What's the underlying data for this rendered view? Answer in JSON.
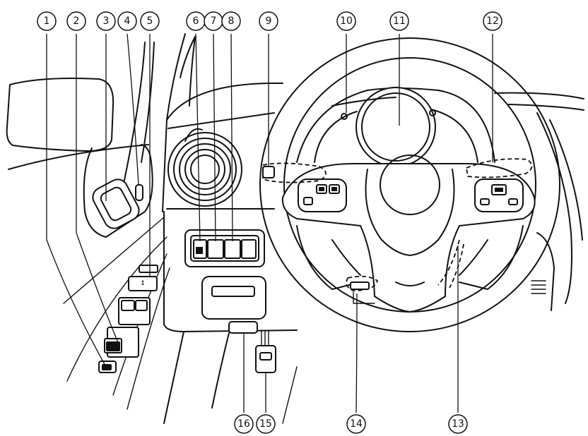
{
  "callouts": [
    {
      "id": "1",
      "label": "①"
    },
    {
      "id": "2",
      "label": "②"
    },
    {
      "id": "3",
      "label": "③"
    },
    {
      "id": "4",
      "label": "④"
    },
    {
      "id": "5",
      "label": "⑤"
    },
    {
      "id": "6",
      "label": "⑥"
    },
    {
      "id": "7",
      "label": "⑦"
    },
    {
      "id": "8",
      "label": "⑧"
    },
    {
      "id": "9",
      "label": "⑨"
    },
    {
      "id": "10",
      "label": "⑩"
    },
    {
      "id": "11",
      "label": "⑪"
    },
    {
      "id": "12",
      "label": "⑫"
    },
    {
      "id": "13",
      "label": "⑬"
    },
    {
      "id": "14",
      "label": "⑭"
    },
    {
      "id": "15",
      "label": "⑮"
    },
    {
      "id": "16",
      "label": "⑯"
    }
  ],
  "colors": {
    "line": "#111111",
    "background": "#ffffff"
  }
}
